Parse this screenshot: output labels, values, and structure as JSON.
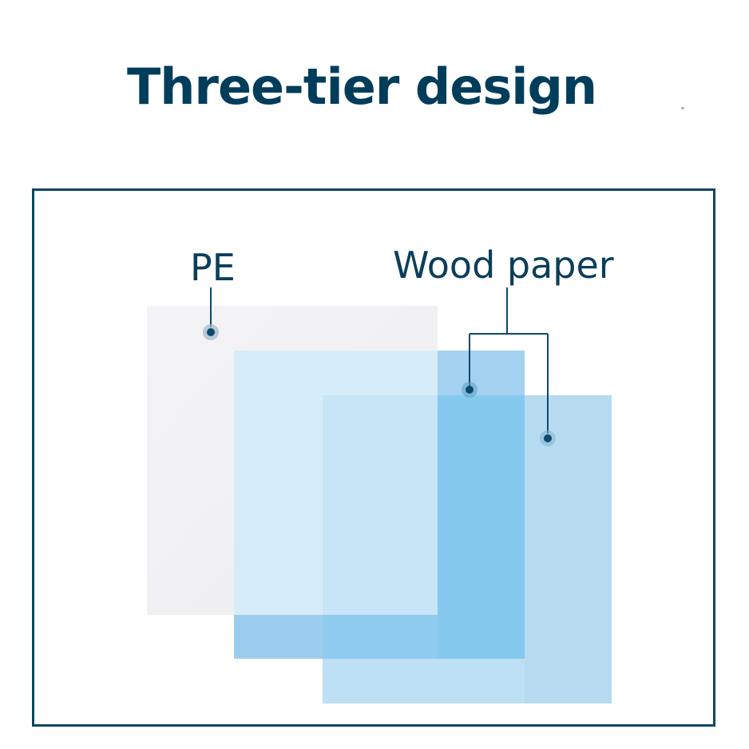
{
  "title": "Three-tier design",
  "labels": {
    "pe": "PE",
    "wood_paper": "Wood paper"
  },
  "colors": {
    "title": "#003d5b",
    "frame": "#0a4664",
    "pe_sheet": "#f1f1f3",
    "wood_sheet": "#a9d3ef",
    "overlap": "#7fc5ee",
    "leader": "#0b4a6a"
  }
}
